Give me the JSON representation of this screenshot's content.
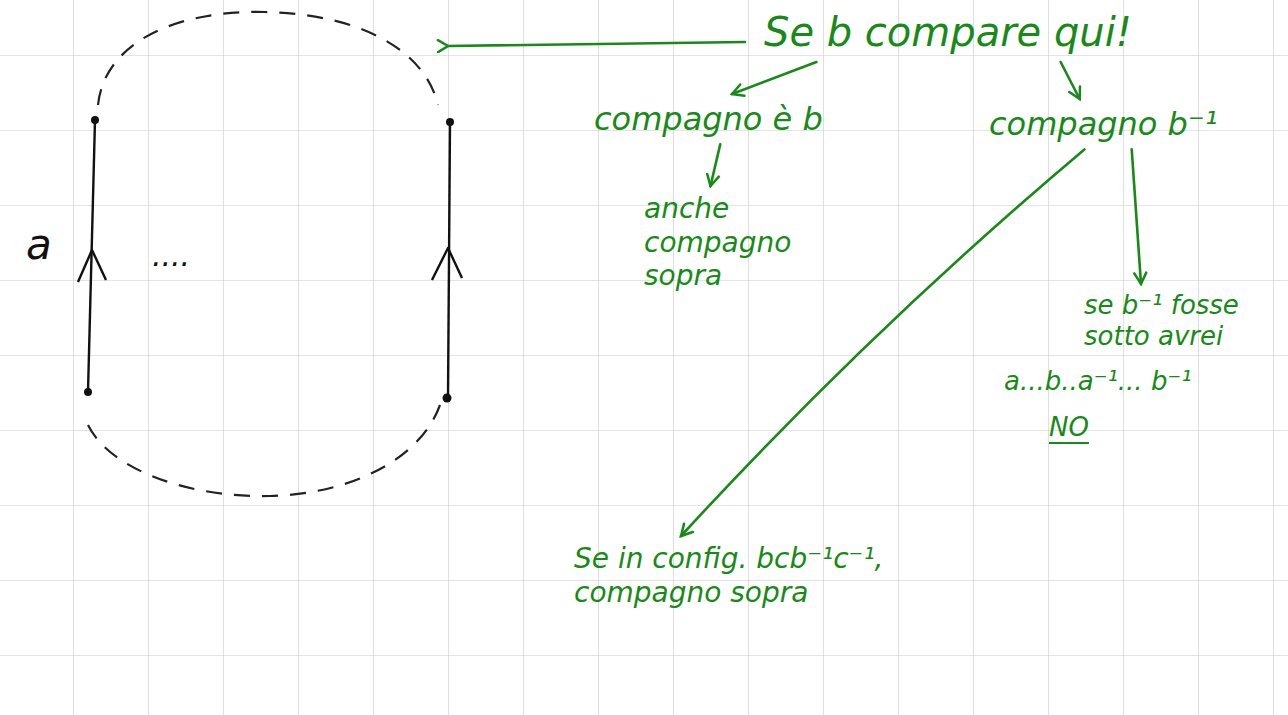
{
  "diagram": {
    "nodes": [
      {
        "text": [
          "Se b compare qui!"
        ]
      },
      {
        "text": [
          "compagno è b"
        ]
      },
      {
        "text": [
          "compagno b⁻¹"
        ]
      },
      {
        "text": [
          "anche compagno sopra"
        ]
      },
      {
        "text": [
          "se b⁻¹ fosse sotto avrei",
          "a...b..a⁻¹... b⁻¹",
          "NO"
        ]
      },
      {
        "text": [
          "Se in config. bcb⁻¹c⁻¹, compagno sopra"
        ]
      }
    ],
    "edges": [
      {
        "from": 0,
        "to": 1,
        "arrow": "to"
      },
      {
        "from": 0,
        "to": 2,
        "arrow": "to"
      },
      {
        "from": 1,
        "to": 3,
        "arrow": "to"
      },
      {
        "from": 2,
        "to": 4,
        "arrow": "to"
      },
      {
        "from": 2,
        "to": 5,
        "arrow": "to"
      }
    ],
    "labels": [
      "a",
      "...."
    ]
  }
}
